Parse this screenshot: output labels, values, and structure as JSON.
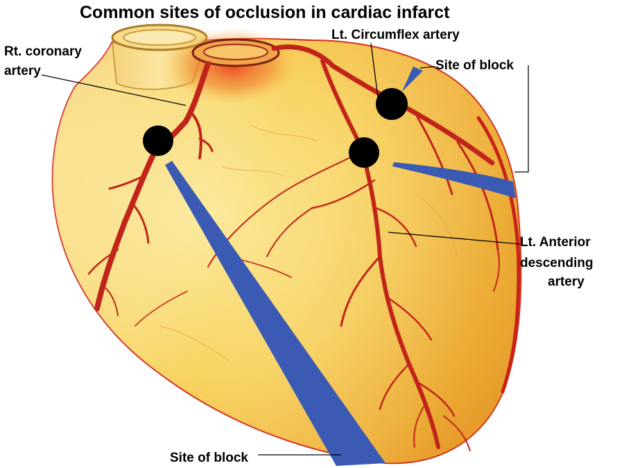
{
  "title": "Common sites of occlusion in cardiac infarct",
  "labels": {
    "rt_coronary_line1": "Rt. coronary",
    "rt_coronary_line2": "artery",
    "lt_circumflex": "Lt. Circumflex artery",
    "site_of_block_top": "Site of block",
    "lt_anterior_line1": "Lt. Anterior",
    "lt_anterior_line2": "descending",
    "lt_anterior_line3": "artery",
    "site_of_block_bottom": "Site of block"
  },
  "colors": {
    "heart_light": "#fbe99a",
    "heart_mid": "#f9c84a",
    "heart_dark": "#eea72d",
    "heart_edge": "#d42a1c",
    "artery": "#c0241a",
    "aorta_glow": "#e8441e",
    "block_dot": "#000000",
    "infarct_wedge": "#3a5ab4",
    "label_text": "#000000"
  }
}
